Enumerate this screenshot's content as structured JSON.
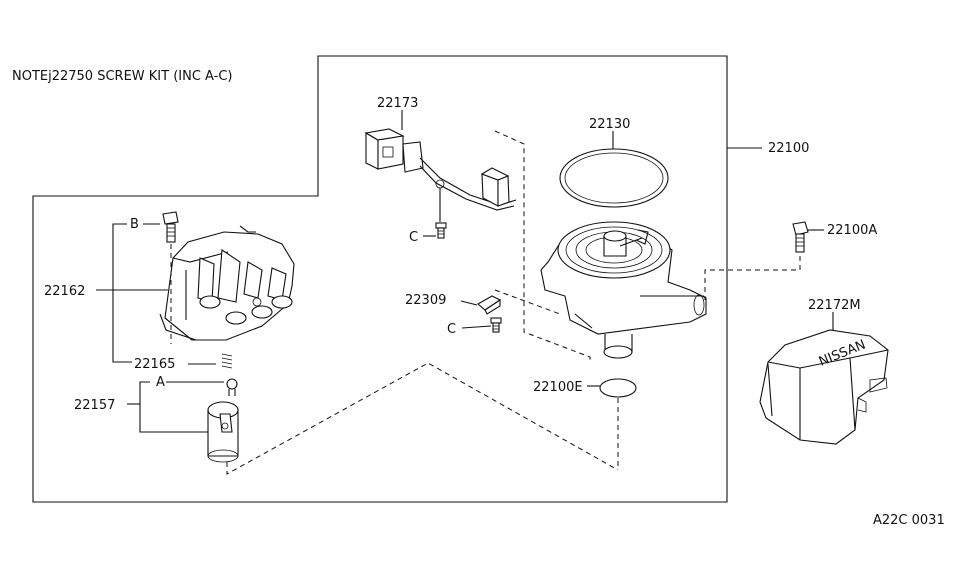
{
  "note": "NOTEj22750 SCREW KIT (INC A-C)",
  "labels": {
    "p22173": "22173",
    "p22130": "22130",
    "p22100": "22100",
    "p22100A": "22100A",
    "p22162": "22162",
    "p22309": "22309",
    "p22172M": "22172M",
    "p22165": "22165",
    "p22157": "22157",
    "p22100E": "22100E",
    "refB": "B",
    "refA": "A",
    "refC1": "C",
    "refC2": "C"
  },
  "cover_brand": "NISSAN",
  "diagram_code": "A22C 0031"
}
